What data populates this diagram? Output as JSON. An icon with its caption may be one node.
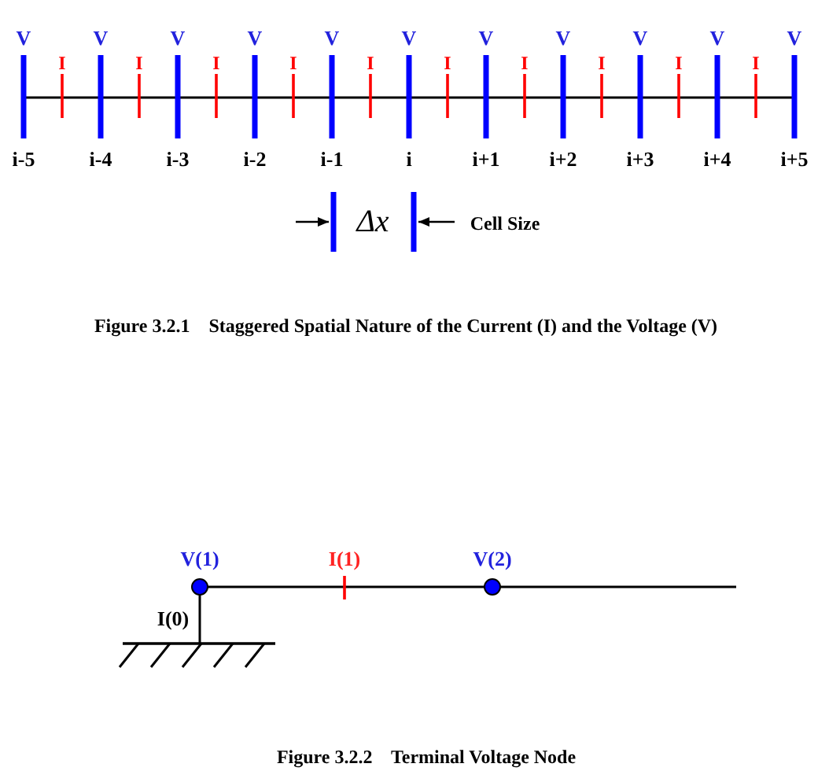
{
  "diagram": {
    "labels": [
      "V",
      "V",
      "V",
      "V",
      "V",
      "V",
      "V",
      "V",
      "V",
      "V",
      "V",
      "I",
      "I",
      "I",
      "I",
      "I",
      "I",
      "I",
      "I",
      "I",
      "I",
      "i-5",
      "i-4",
      "i-3",
      "i-2",
      "i-1",
      "i",
      "i+1",
      "i+2",
      "i+3",
      "i+4",
      "i+5",
      "Δx",
      "Cell Size",
      "Figure 3.2.1    Staggered Spatial Nature of the Current (I) and the Voltage (V)",
      "V(1)",
      "I(1)",
      "V(2)",
      "I(0)",
      "Figure 3.2.2    Terminal Voltage Node"
    ]
  }
}
